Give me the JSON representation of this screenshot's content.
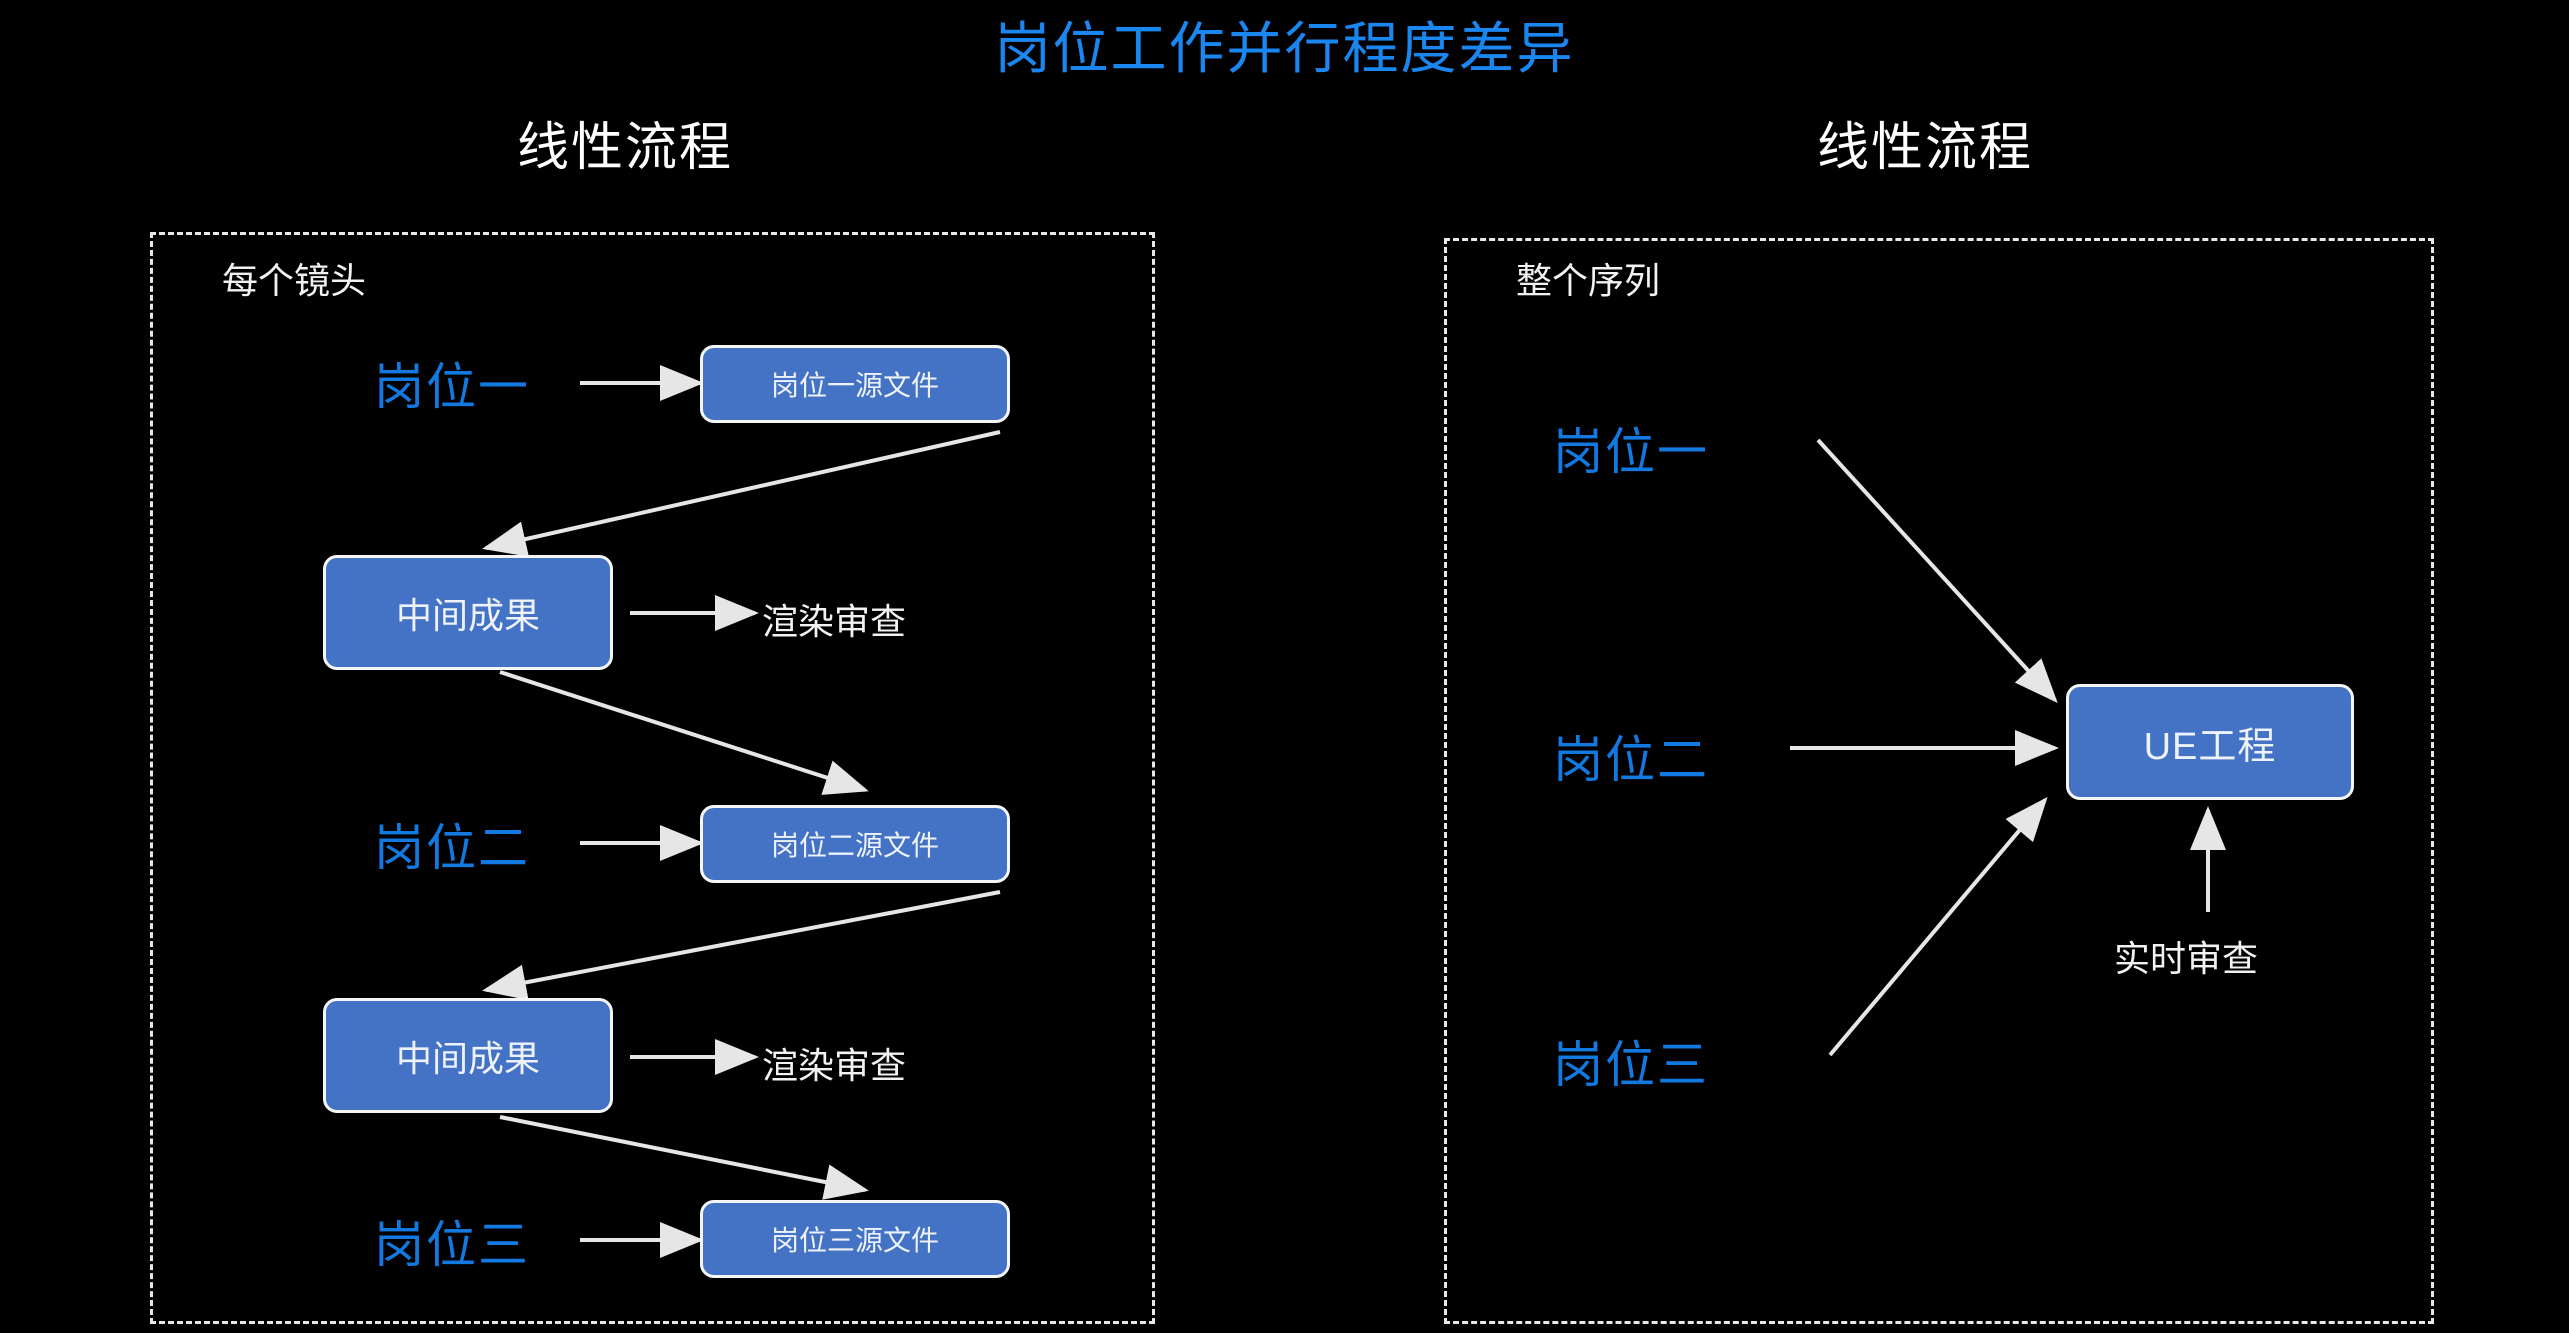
{
  "page": {
    "background_color": "#000000",
    "title": "岗位工作并行程度差异",
    "title_color": "#1a86ef"
  },
  "columns": {
    "left": {
      "subtitle": "线性流程",
      "panel_label": "每个镜头"
    },
    "right": {
      "subtitle": "线性流程",
      "panel_label": "整个序列"
    }
  },
  "left_flow": {
    "roles": [
      {
        "label": "岗位一"
      },
      {
        "label": "岗位二"
      },
      {
        "label": "岗位三"
      }
    ],
    "source_files": [
      {
        "label": "岗位一源文件"
      },
      {
        "label": "岗位二源文件"
      },
      {
        "label": "岗位三源文件"
      }
    ],
    "intermediates": [
      {
        "label": "中间成果"
      },
      {
        "label": "中间成果"
      }
    ],
    "reviews": [
      {
        "label": "渲染审查"
      },
      {
        "label": "渲染审查"
      }
    ]
  },
  "right_flow": {
    "roles": [
      {
        "label": "岗位一"
      },
      {
        "label": "岗位二"
      },
      {
        "label": "岗位三"
      }
    ],
    "target": {
      "label": "UE工程"
    },
    "review": {
      "label": "实时审查"
    }
  },
  "style": {
    "node_fill": "#4472c4",
    "node_border": "#f4f6fa",
    "node_text": "#eef3fb",
    "role_text": "#1179e0",
    "plain_text": "#f2f2f2",
    "panel_border": "#e8e8e8",
    "arrow_color": "#e6e6e6"
  }
}
